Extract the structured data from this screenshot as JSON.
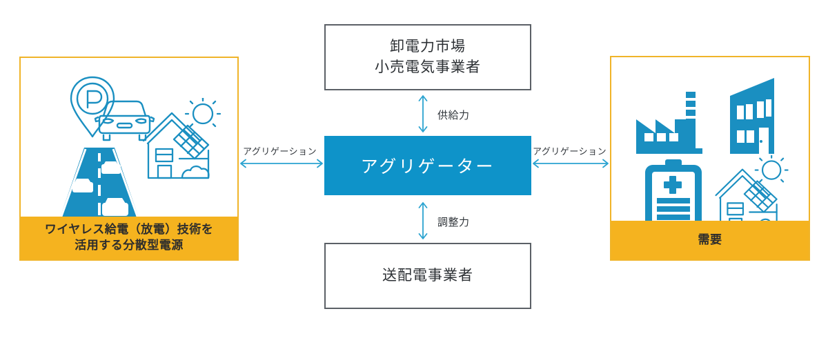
{
  "diagram": {
    "title_present": false,
    "colors": {
      "accent_blue": "#0e93c9",
      "icon_blue": "#1a8fc1",
      "panel_yellow": "#f5b31f",
      "panel_border_yellow": "#f0b429",
      "box_border_gray": "#5b6066",
      "text_dark": "#2b2f33",
      "arrow_blue": "#2aa3d0"
    }
  },
  "left_panel": {
    "caption_line1": "ワイヤレス給電（放電）技術を",
    "caption_line2": "活用する分散型電源",
    "icons": [
      {
        "name": "parking-car-icon",
        "label": "パーキング・自動車"
      },
      {
        "name": "solar-house-icon",
        "label": "太陽光住宅"
      },
      {
        "name": "road-cars-icon",
        "label": "道路・走行車両"
      }
    ]
  },
  "right_panel": {
    "caption": "需要",
    "icons": [
      {
        "name": "factory-icon",
        "label": "工場"
      },
      {
        "name": "office-building-icon",
        "label": "ビル"
      },
      {
        "name": "battery-icon",
        "label": "蓄電池"
      },
      {
        "name": "solar-house-icon",
        "label": "太陽光住宅"
      }
    ]
  },
  "boxes": {
    "top": {
      "line1": "卸電力市場",
      "line2": "小売電気事業者"
    },
    "center": {
      "label": "アグリゲーター"
    },
    "bottom": {
      "line1": "送配電事業者"
    }
  },
  "connectors": [
    {
      "name": "left-aggregation",
      "label": "アグリゲーション",
      "orientation": "horizontal",
      "direction": "bidirectional",
      "from": "left_panel",
      "to": "center"
    },
    {
      "name": "right-aggregation",
      "label": "アグリゲーション",
      "orientation": "horizontal",
      "direction": "bidirectional",
      "from": "center",
      "to": "right_panel"
    },
    {
      "name": "supply-capacity",
      "label": "供給力",
      "orientation": "vertical",
      "direction": "bidirectional",
      "from": "center",
      "to": "top"
    },
    {
      "name": "adjustment-capacity",
      "label": "調整力",
      "orientation": "vertical",
      "direction": "bidirectional",
      "from": "center",
      "to": "bottom"
    }
  ]
}
